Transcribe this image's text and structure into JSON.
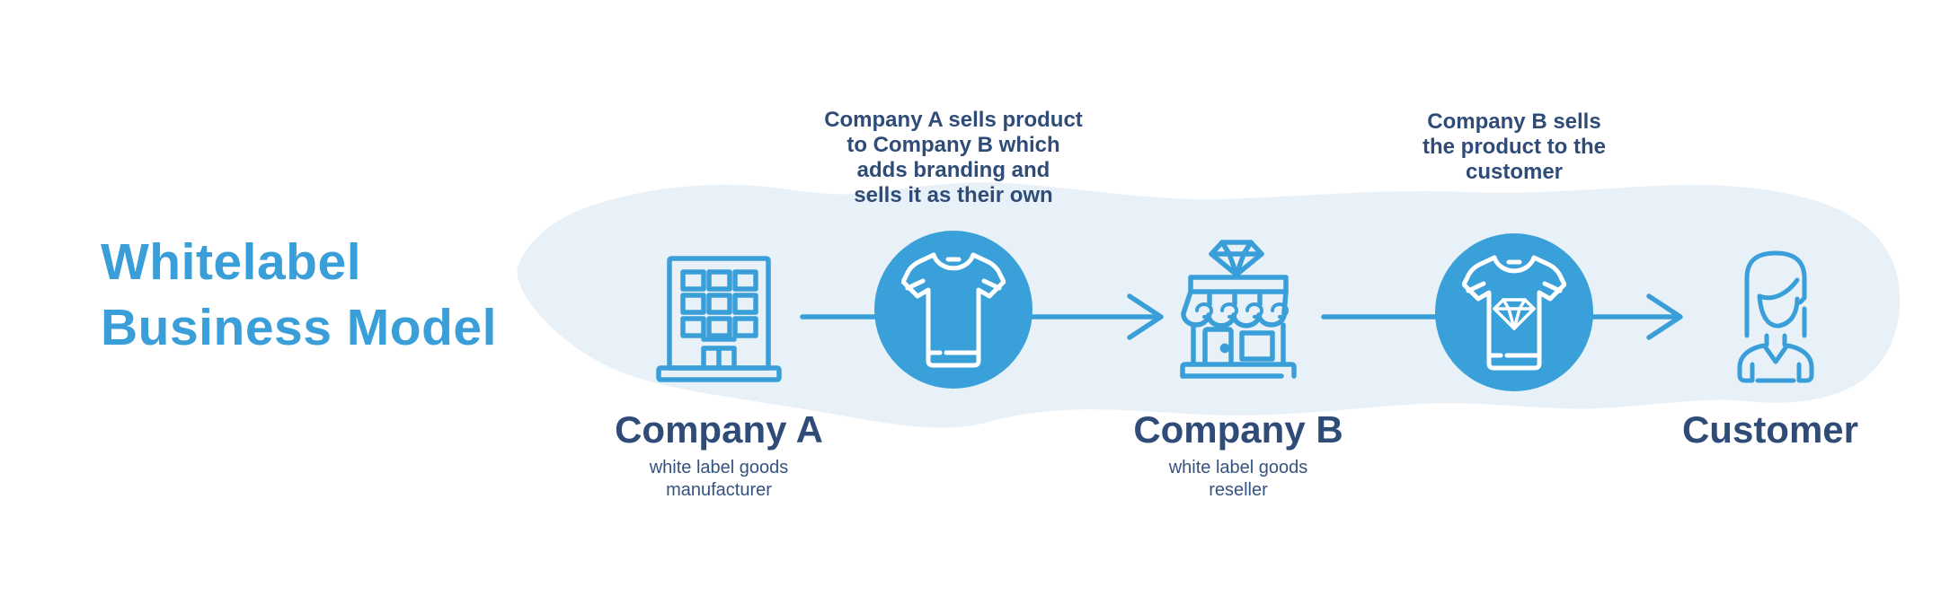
{
  "diagram": {
    "kind": "whitelabel-business-model-flow"
  },
  "colors": {
    "background": "#FFFFFF",
    "primary_blue": "#3A9FD8",
    "circle_fill": "#39A0D9",
    "navy_text": "#2F4C78",
    "brush_background": "#E9F1F8",
    "icon_on_circle": "#FFFFFF"
  },
  "title": {
    "line1": "Whitelabel",
    "line2": "Business Model"
  },
  "annotations": {
    "a_to_b": "Company A sells product\nto Company B which\nadds branding and\nsells it as their own",
    "b_to_customer": "Company B sells\nthe product to the\ncustomer"
  },
  "nodes": {
    "company_a": {
      "label": "Company A",
      "sublabel": "white label goods\nmanufacturer",
      "icon": "building-icon"
    },
    "company_b": {
      "label": "Company B",
      "sublabel": "white label goods\nreseller",
      "icon": "storefront-with-diamond-icon"
    },
    "customer": {
      "label": "Customer",
      "icon": "woman-icon"
    }
  },
  "badges": {
    "plain_product": {
      "icon": "tshirt-icon"
    },
    "branded_product": {
      "icon": "tshirt-with-diamond-icon"
    }
  },
  "arrows": {
    "a_to_b": "arrow-right",
    "b_to_customer": "arrow-right"
  }
}
